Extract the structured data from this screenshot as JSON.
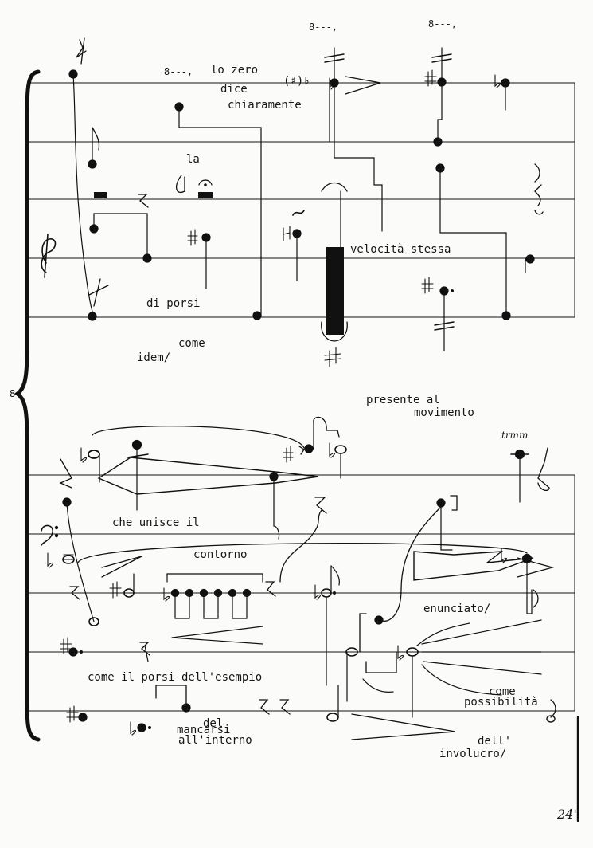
{
  "score": {
    "ottava_marks": [
      "8---,",
      "8---,",
      "8---,"
    ],
    "system_number": "8",
    "page_number": "24'",
    "clefs": [
      "treble-clef",
      "bass-clef"
    ],
    "ink_color": "#111111",
    "paper_color": "#fbfbfa"
  },
  "upper_system": {
    "texts": [
      "lo zero",
      "dice",
      "chiaramente",
      "la",
      "velocità stessa",
      "di porsi",
      "(♯)♭",
      "come",
      "idem/"
    ]
  },
  "middle": {
    "texts": [
      "presente al",
      "movimento"
    ]
  },
  "lower_system": {
    "trill": "trmm",
    "texts": [
      "che unisce il",
      "contorno",
      "enunciato/",
      "come il porsi dell'esempio",
      "come",
      "possibilità",
      "del",
      "mancarsi",
      "all'interno",
      "dell'",
      "involucro/"
    ]
  }
}
